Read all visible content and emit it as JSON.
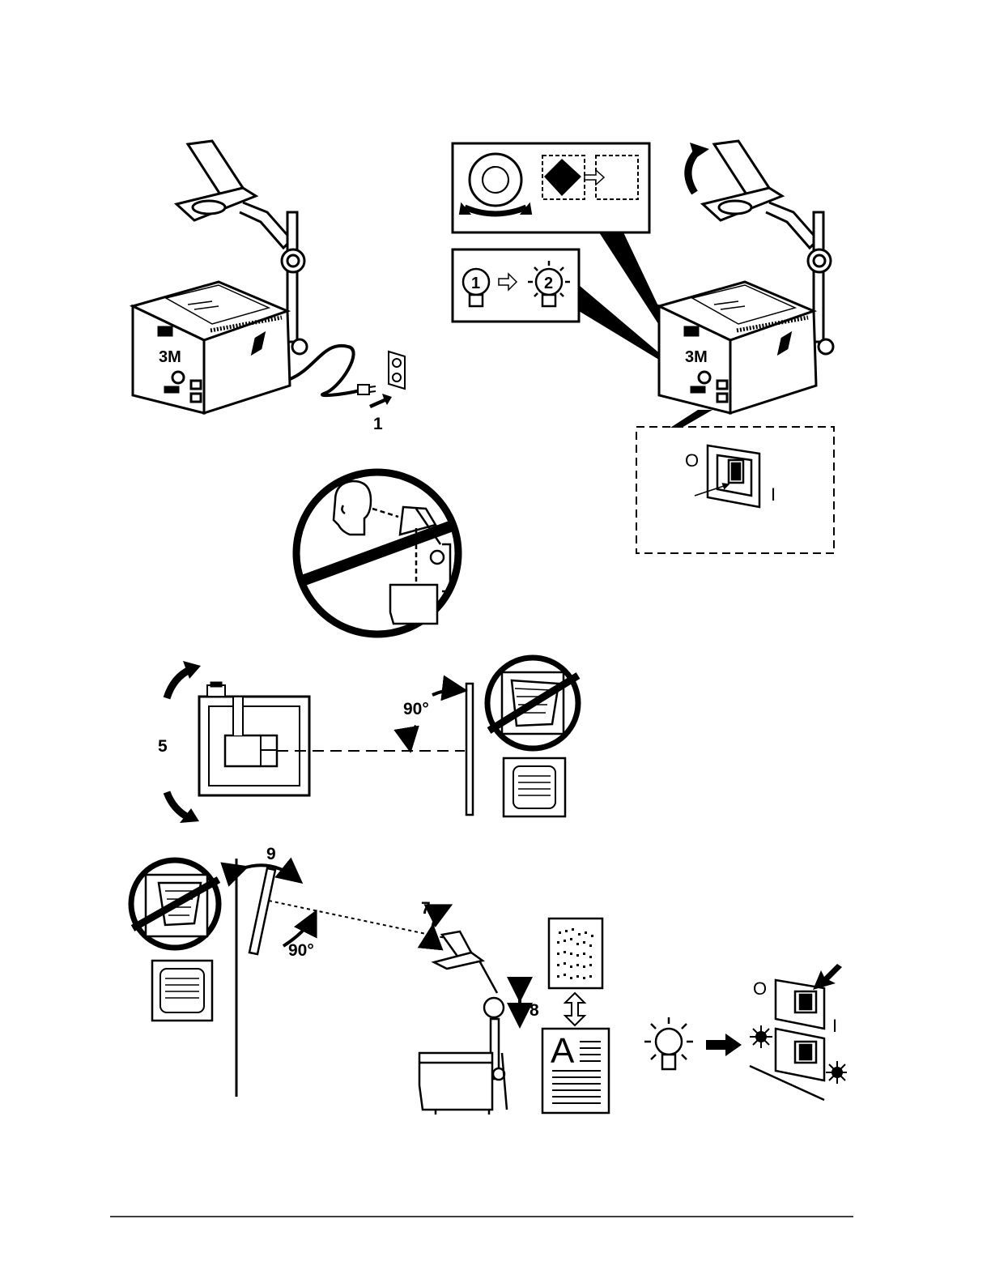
{
  "figures": {
    "power_cord": {
      "step_label": "1"
    },
    "lamp_switch": {
      "lamp_1": "1",
      "lamp_2": "2"
    },
    "power_switch_detail": {
      "off_symbol": "O",
      "on_symbol": "I"
    },
    "projector_brand": "3M",
    "screen_alignment_top": {
      "step_label": "5",
      "angle_label": "90°"
    },
    "screen_alignment_side": {
      "screen_tilt_label": "9",
      "head_tilt_label": "7",
      "height_label": "8",
      "angle_label": "90°"
    },
    "transparency_letter": "A",
    "brightness_switch": {
      "off_symbol": "O",
      "on_symbol": "I"
    }
  }
}
